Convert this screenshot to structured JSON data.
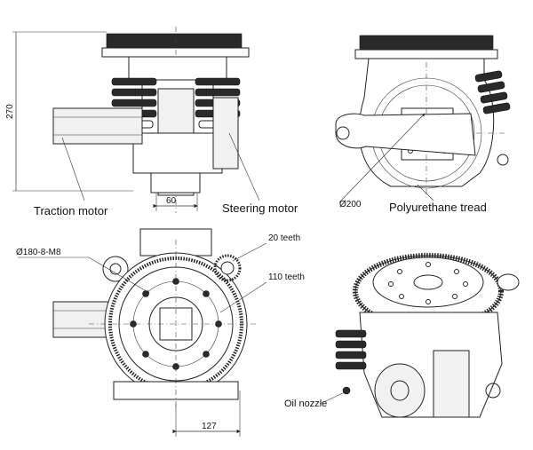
{
  "labels": {
    "traction_motor": "Traction motor",
    "steering_motor": "Steering motor",
    "tread": "Polyurethane tread",
    "teeth_small": "20 teeth",
    "teeth_large": "110 teeth",
    "oil_nozzle": "Oil nozzle"
  },
  "dimensions": {
    "height": "270",
    "width_60": "60",
    "wheel_dia": "Ø200",
    "bolt_circle": "Ø180-8-M8",
    "offset_127": "127"
  }
}
